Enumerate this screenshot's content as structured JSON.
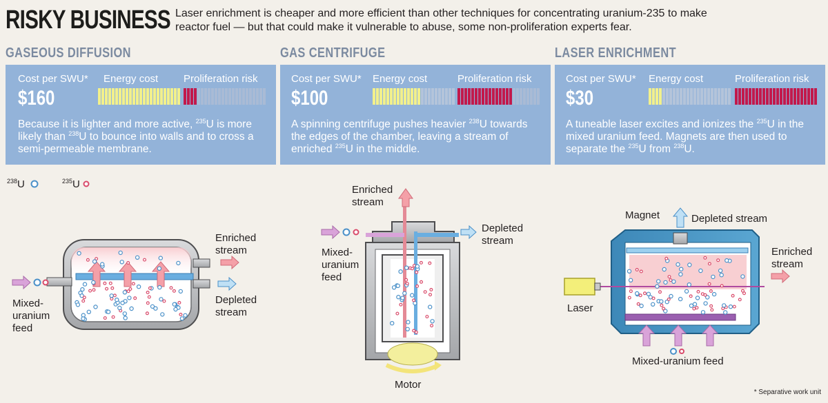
{
  "header": {
    "title": "RISKY BUSINESS",
    "intro": "Laser enrichment is cheaper and more efficient than other techniques for concentrating uranium-235 to make reactor fuel — but that could make it vulnerable to abuse, some non-proliferation experts fear."
  },
  "labels": {
    "cost": "Cost per SWU*",
    "energy": "Energy cost",
    "risk": "Proliferation risk"
  },
  "sections": [
    {
      "name": "GASEOUS DIFFUSION",
      "cost": "$160",
      "energy_level": 1.0,
      "risk_level": 0.17,
      "desc_parts": [
        "Because it is lighter and more active, ",
        "235",
        "U is more likely than ",
        "238",
        "U to bounce into walls and to cross a semi-permeable membrane."
      ]
    },
    {
      "name": "GAS CENTRIFUGE",
      "cost": "$100",
      "energy_level": 0.58,
      "risk_level": 0.67,
      "desc_parts": [
        "A spinning centrifuge pushes heavier ",
        "238",
        "U towards the edges of the chamber, leaving a stream of enriched ",
        "235",
        "U in the middle."
      ]
    },
    {
      "name": "LASER ENRICHMENT",
      "cost": "$30",
      "energy_level": 0.17,
      "risk_level": 1.0,
      "desc_parts": [
        "A tuneable laser excites and ionizes the ",
        "235",
        "U in the mixed uranium feed. Magnets are then used to separate the ",
        "235",
        "U from ",
        "238",
        "U."
      ]
    }
  ],
  "legend": {
    "u238_mass": "238",
    "u238_sym": "U",
    "u235_mass": "235",
    "u235_sym": "U"
  },
  "diagram_labels": {
    "diffusion_enriched": "Enriched\nstream",
    "diffusion_depleted": "Depleted\nstream",
    "diffusion_feed": "Mixed-\nuranium\nfeed",
    "centrifuge_enriched": "Enriched\nstream",
    "centrifuge_depleted": "Depleted\nstream",
    "centrifuge_feed": "Mixed-\nuranium\nfeed",
    "centrifuge_motor": "Motor",
    "laser_magnet": "Magnet",
    "laser_depleted": "Depleted stream",
    "laser_enriched": "Enriched\nstream",
    "laser_laser": "Laser",
    "laser_feed": "Mixed-uranium feed"
  },
  "footnote": "* Separative work unit",
  "colors": {
    "panel": "#93b3d9",
    "energy_on": "#f2f08c",
    "risk_on": "#c2194c",
    "u238": "#4a90c8",
    "u235": "#d94a6a",
    "enriched_arrow": "#f4a0a8",
    "depleted_arrow": "#bfe0f5",
    "feed_arrow": "#d9a3d9"
  }
}
